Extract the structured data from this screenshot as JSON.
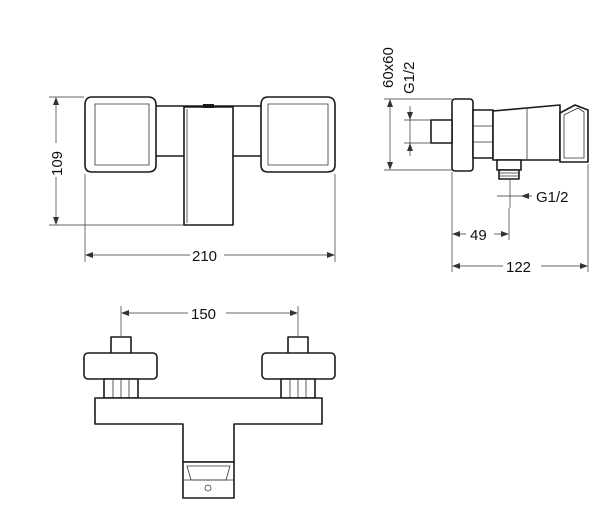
{
  "dimensions": {
    "height_front": "109",
    "width_front": "210",
    "inlet_size": "60x60",
    "inlet_thread": "G1/2",
    "outlet_thread": "G1/2",
    "outlet_offset": "49",
    "depth_side": "122",
    "center_distance": "150"
  }
}
